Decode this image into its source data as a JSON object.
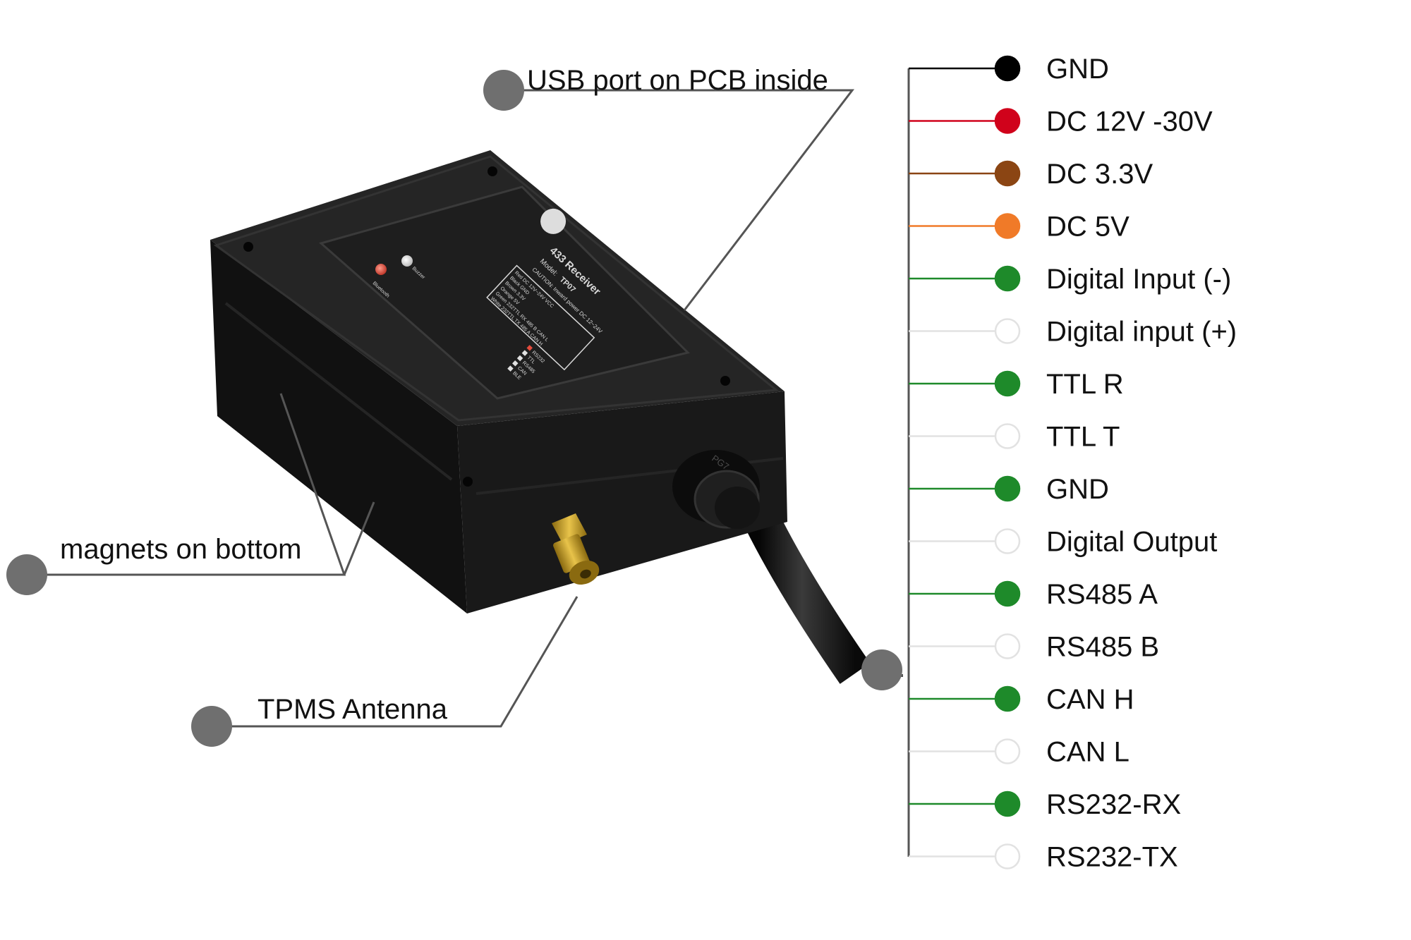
{
  "callouts": {
    "usb": "USB port on PCB inside",
    "magnets": "magnets on bottom",
    "antenna": "TPMS Antenna"
  },
  "device": {
    "title": "433 Receiver",
    "model_label": "Model:",
    "model": "TP07",
    "caution": "CAUTION: Inward power DC 12~24V",
    "led_buzzer": "Buzzer",
    "led_bluetooth": "Bluetooth",
    "wires": [
      "Red  DC 12V~24V VCC",
      "Black GND",
      "Brown 3.3V",
      "Orange 5V",
      "Green 232TTL RX 485 B CAN L",
      "White 232TTL TX 485 A CAN H"
    ],
    "interfaces": [
      "RS232",
      "TTL",
      "RS485",
      "CAN",
      "BLE"
    ],
    "gland_text": "PG7"
  },
  "pins": [
    {
      "label": "GND",
      "color": "#000000"
    },
    {
      "label": "DC 12V -30V",
      "color": "#d0021b"
    },
    {
      "label": "DC 3.3V",
      "color": "#8b4513"
    },
    {
      "label": "DC 5V",
      "color": "#f07a28"
    },
    {
      "label": "Digital Input  (-)",
      "color": "#1e8a2a"
    },
    {
      "label": "Digital input (+)",
      "color": "#ffffff"
    },
    {
      "label": "TTL R",
      "color": "#1e8a2a"
    },
    {
      "label": "TTL T",
      "color": "#ffffff"
    },
    {
      "label": "GND",
      "color": "#1e8a2a"
    },
    {
      "label": "Digital Output",
      "color": "#ffffff"
    },
    {
      "label": "RS485 A",
      "color": "#1e8a2a"
    },
    {
      "label": "RS485  B",
      "color": "#ffffff"
    },
    {
      "label": "CAN H",
      "color": "#1e8a2a"
    },
    {
      "label": "CAN L",
      "color": "#ffffff"
    },
    {
      "label": "RS232-RX",
      "color": "#1e8a2a"
    },
    {
      "label": "RS232-TX",
      "color": "#ffffff"
    }
  ],
  "colors": {
    "device_body": "#1c1c1c",
    "device_top": "#262626",
    "callout_dot": "#6f6f6f",
    "leader_line": "#555555",
    "antenna_gold": "#c9a227"
  }
}
